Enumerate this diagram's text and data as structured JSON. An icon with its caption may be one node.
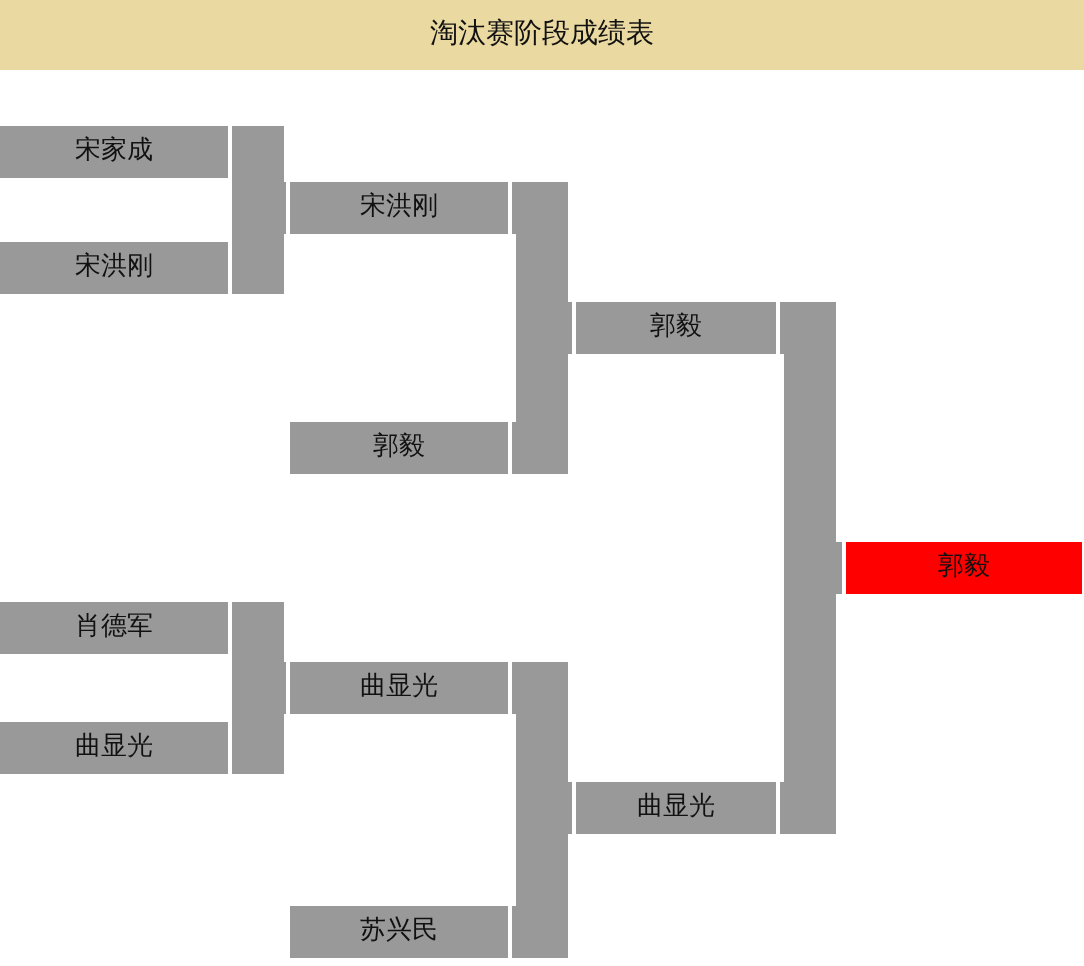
{
  "diagram": {
    "title": "淘汰赛阶段成绩表",
    "nodes": [
      {
        "text": [
          "宋家成"
        ]
      },
      {
        "text": [
          "宋洪刚"
        ]
      },
      {
        "text": [
          "宋洪刚"
        ]
      },
      {
        "text": [
          "郭毅"
        ]
      },
      {
        "text": [
          "郭毅"
        ]
      },
      {
        "text": [
          "郭毅"
        ]
      },
      {
        "text": [
          "肖德军"
        ]
      },
      {
        "text": [
          "曲显光"
        ]
      },
      {
        "text": [
          "曲显光"
        ]
      },
      {
        "text": [
          "曲显光"
        ]
      },
      {
        "text": [
          "苏兴民"
        ]
      }
    ],
    "edges": [
      {
        "from": 0,
        "to": 1,
        "arrow": "none"
      },
      {
        "from": 2,
        "to": 1,
        "arrow": "none"
      },
      {
        "from": 1,
        "to": 3,
        "arrow": "none"
      },
      {
        "from": 4,
        "to": 3,
        "arrow": "none"
      },
      {
        "from": 3,
        "to": 5,
        "arrow": "none"
      },
      {
        "from": 9,
        "to": 5,
        "arrow": "none"
      },
      {
        "from": 6,
        "to": 7,
        "arrow": "none"
      },
      {
        "from": 8,
        "to": 7,
        "arrow": "none"
      },
      {
        "from": 7,
        "to": 9,
        "arrow": "none"
      },
      {
        "from": 10,
        "to": 9,
        "arrow": "none"
      }
    ]
  }
}
